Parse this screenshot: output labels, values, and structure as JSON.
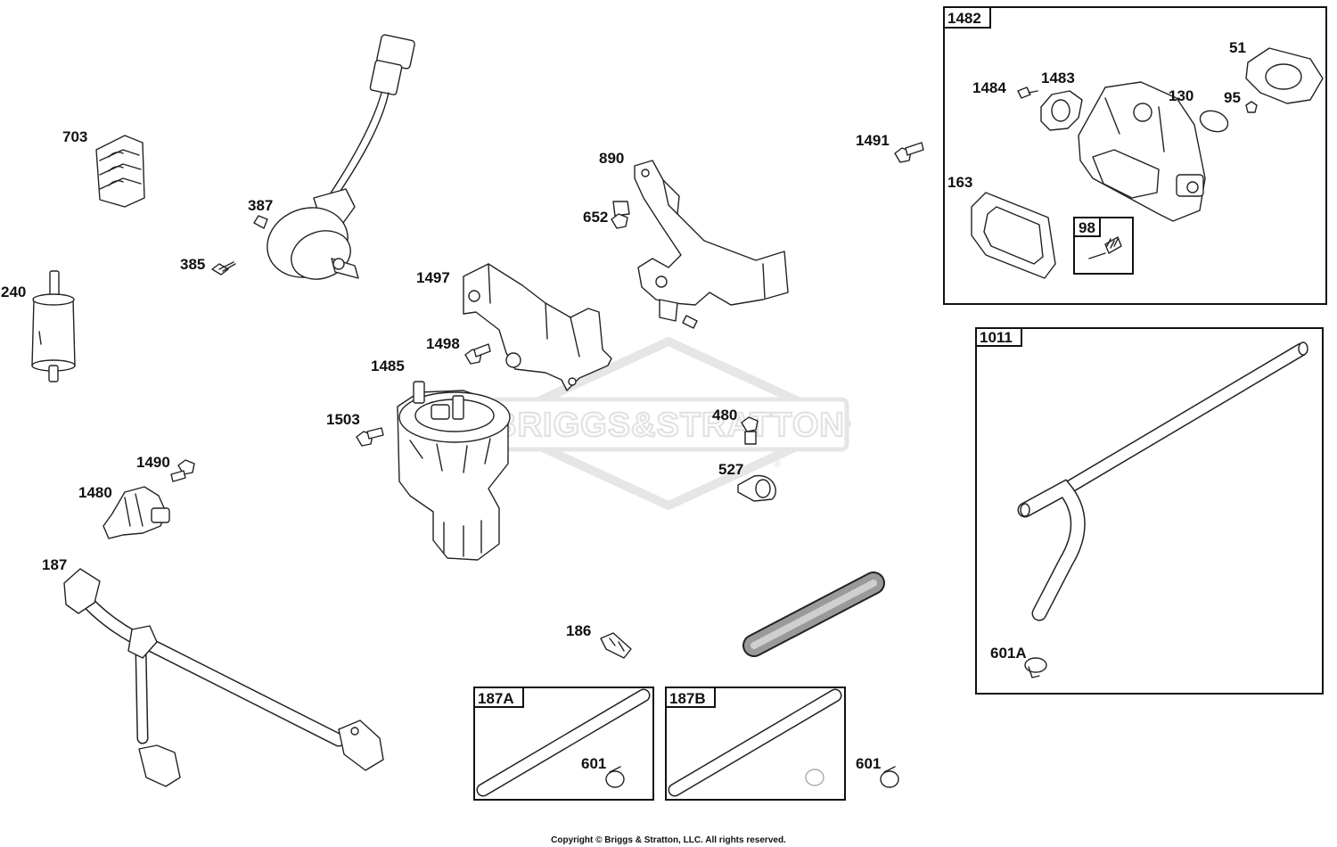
{
  "watermark": {
    "brand": "BRIGGS&STRATTON",
    "registered_mark": "®"
  },
  "callouts": {
    "p703": "703",
    "p387": "387",
    "p385": "385",
    "p240": "240",
    "p890": "890",
    "p652": "652",
    "p1491": "1491",
    "p1497": "1497",
    "p1498": "1498",
    "p1485": "1485",
    "p1503": "1503",
    "p480": "480",
    "p527": "527",
    "p1490": "1490",
    "p1480": "1480",
    "p187": "187",
    "p186": "186",
    "p601_a": "601",
    "p601_b": "601",
    "p601A": "601A",
    "p1484": "1484",
    "p1483": "1483",
    "p130": "130",
    "p95": "95",
    "p51": "51",
    "p163": "163"
  },
  "boxes": {
    "b1482": "1482",
    "b98": "98",
    "b1011": "1011",
    "b187A": "187A",
    "b187B": "187B"
  },
  "footer": {
    "copyright": "Copyright © Briggs & Stratton, LLC. All rights reserved."
  }
}
